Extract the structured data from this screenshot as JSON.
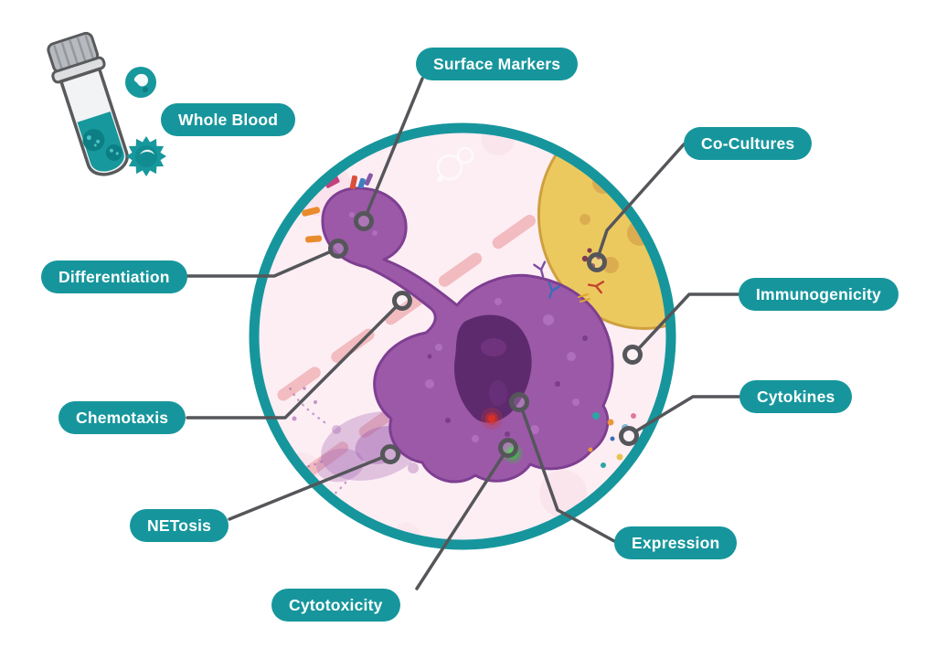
{
  "colors": {
    "accent": "#16969c",
    "label_text": "#ffffff",
    "connector": "#55565a",
    "circle_ring": "#16969c",
    "circle_fill": "#fdeef4",
    "cell_body": "#9c59a8",
    "cell_outline": "#7e3f92",
    "nucleus": "#5e2a6e",
    "tissue_stripe": "#f2b9bd",
    "companion_cell": "#ecc95f",
    "netosis": "#a66bb5",
    "signal_red": "#d93025",
    "signal_green": "#35c23a"
  },
  "callouts": [
    {
      "id": "whole-blood",
      "label": "Whole Blood"
    },
    {
      "id": "surface-markers",
      "label": "Surface Markers"
    },
    {
      "id": "co-cultures",
      "label": "Co-Cultures"
    },
    {
      "id": "differentiation",
      "label": "Differentiation"
    },
    {
      "id": "immunogenicity",
      "label": "Immunogenicity"
    },
    {
      "id": "chemotaxis",
      "label": "Chemotaxis"
    },
    {
      "id": "cytokines",
      "label": "Cytokines"
    },
    {
      "id": "netosis",
      "label": "NETosis"
    },
    {
      "id": "expression",
      "label": "Expression"
    },
    {
      "id": "cytotoxicity",
      "label": "Cytotoxicity"
    }
  ]
}
